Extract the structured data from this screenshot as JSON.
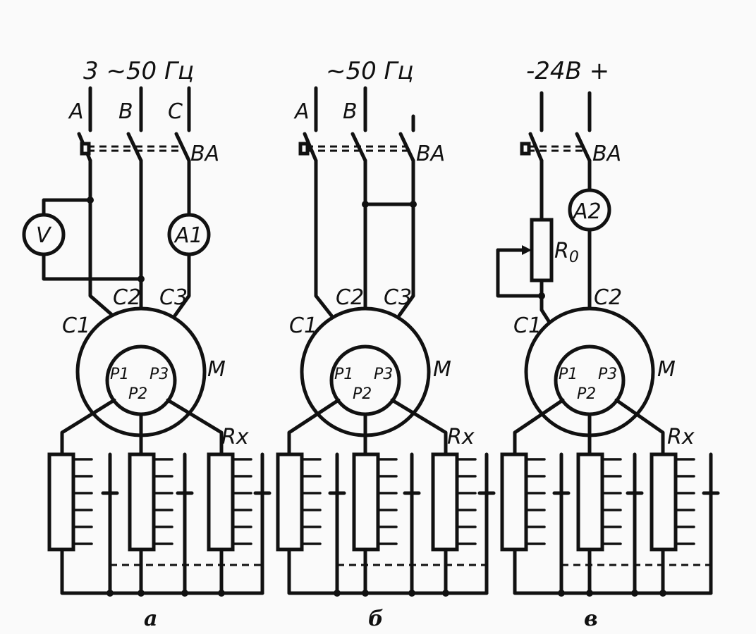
{
  "panels": [
    {
      "id": "a",
      "supply_label": "3 ~50 Гц",
      "phase_labels": [
        "A",
        "B",
        "C"
      ],
      "switch_label": "BA",
      "meters": [
        "V",
        "A1"
      ],
      "stator_terminals": [
        "C1",
        "C2",
        "C3"
      ],
      "rotor_terminals": [
        "P1",
        "P2",
        "P3"
      ],
      "motor_label": "M",
      "resistor_label": "Rx",
      "rx_sub": "x",
      "caption": "a"
    },
    {
      "id": "b",
      "supply_label": "~50 Гц",
      "phase_labels": [
        "A",
        "B"
      ],
      "switch_label": "BA",
      "meters": [],
      "stator_terminals": [
        "C1",
        "C2",
        "C3"
      ],
      "rotor_terminals": [
        "P1",
        "P2",
        "P3"
      ],
      "motor_label": "M",
      "resistor_label": "Rx",
      "rx_sub": "x",
      "caption": "б"
    },
    {
      "id": "v",
      "supply_label": "-24B +",
      "phase_labels": [],
      "switch_label": "BA",
      "meters": [
        "A2"
      ],
      "rheostat_label": "R",
      "rheostat_sub": "0",
      "stator_terminals": [
        "C1",
        "C2"
      ],
      "rotor_terminals": [
        "P1",
        "P2",
        "P3"
      ],
      "motor_label": "M",
      "resistor_label": "Rx",
      "rx_sub": "x",
      "caption": "в"
    }
  ],
  "colors": {
    "ink": "#111111",
    "paper": "#fafafa"
  }
}
